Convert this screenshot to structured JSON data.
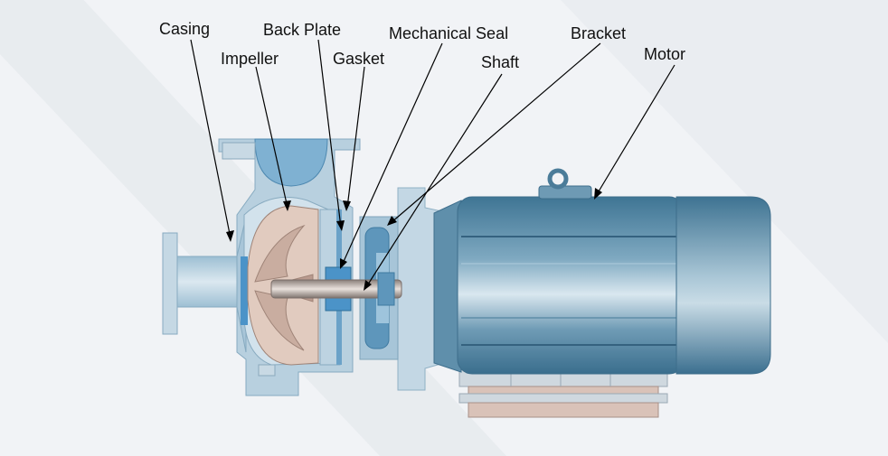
{
  "labels": {
    "casing": "Casing",
    "back_plate": "Back Plate",
    "mechanical_seal": "Mechanical Seal",
    "bracket": "Bracket",
    "impeller": "Impeller",
    "gasket": "Gasket",
    "shaft": "Shaft",
    "motor": "Motor"
  },
  "colors": {
    "background": "#f1f3f6",
    "casing": "#b6cfde",
    "casing_dark": "#8fb4cc",
    "impeller": "#d6bfb3",
    "motor": "#4e7f9c",
    "seal": "#4b93c8",
    "leader": "#000000"
  }
}
